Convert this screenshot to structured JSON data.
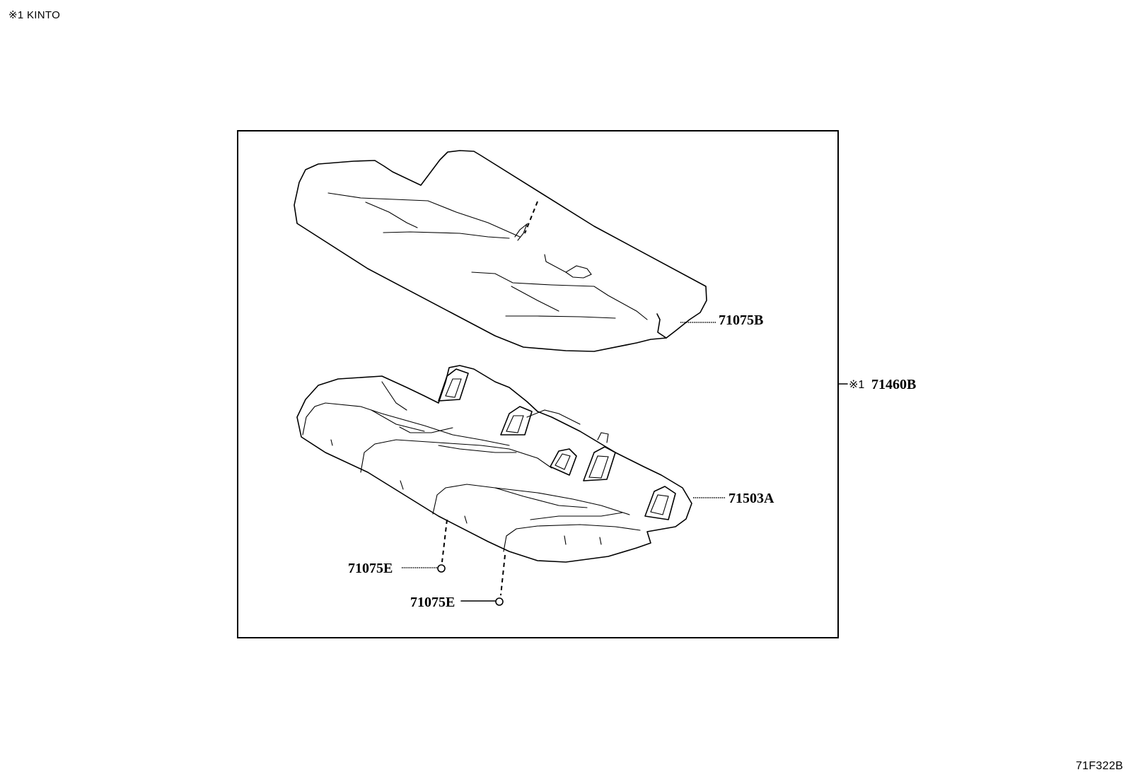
{
  "header": {
    "note": "※1 KINTO"
  },
  "footer": {
    "diagram_id": "71F322B"
  },
  "callouts": {
    "seat_cushion_pad": {
      "code": "71075B"
    },
    "seat_cushion_assembly": {
      "prefix": "※1",
      "code": "71460B"
    },
    "seat_cushion_cover": {
      "code": "71503A"
    },
    "hog_ring_left": {
      "code": "71075E"
    },
    "hog_ring_right": {
      "code": "71075E"
    }
  }
}
